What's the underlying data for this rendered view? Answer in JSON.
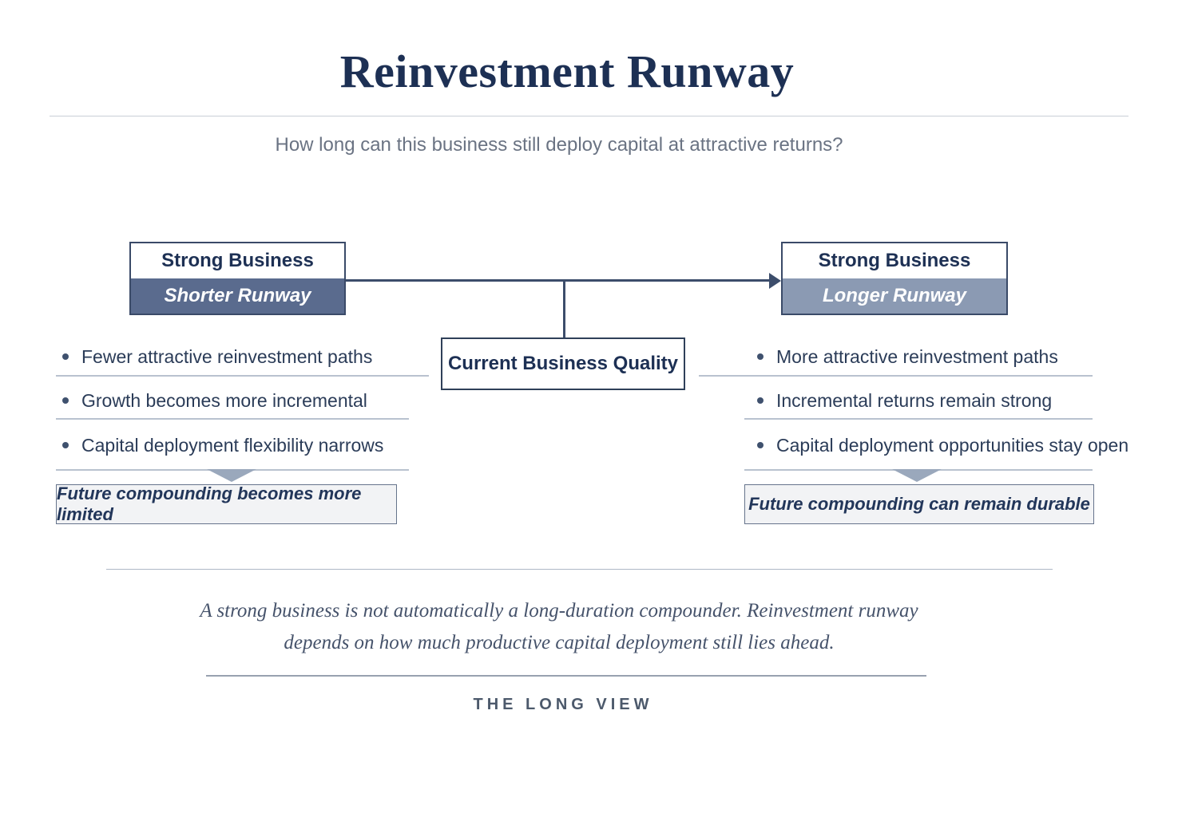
{
  "header": {
    "title": "Reinvestment Runway",
    "subtitle": "How long can this business still deploy capital at attractive returns?"
  },
  "diagram": {
    "left_box": {
      "title": "Strong Business",
      "subtitle": "Shorter Runway"
    },
    "right_box": {
      "title": "Strong Business",
      "subtitle": "Longer Runway"
    },
    "center_box": {
      "label": "Current Business Quality"
    },
    "left_column": {
      "bullets": [
        "Fewer attractive reinvestment paths",
        "Growth becomes more incremental",
        "Capital deployment flexibility narrows"
      ],
      "conclusion": "Future compounding becomes more limited"
    },
    "right_column": {
      "bullets": [
        "More attractive reinvestment paths",
        "Incremental returns remain strong",
        "Capital deployment opportunities stay open"
      ],
      "conclusion": "Future compounding can remain durable"
    }
  },
  "footer": {
    "quote_line1": "A strong business is not automatically a long-duration compounder. Reinvestment runway",
    "quote_line2": "depends on how much productive capital deployment still lies ahead.",
    "brand": "THE LONG VIEW"
  },
  "colors": {
    "navy": "#1d3054",
    "text": "#2b3c58",
    "slate_dark": "#5a6b8e",
    "slate_light": "#8b9ab3",
    "separator": "#b9c2cf",
    "chevron": "#9aa8bc",
    "subtitle": "#6a7383",
    "quote": "#46536b",
    "brand": "#4c596b",
    "conclusion_fill": "#f2f3f5",
    "conclusion_border": "#66748c"
  }
}
